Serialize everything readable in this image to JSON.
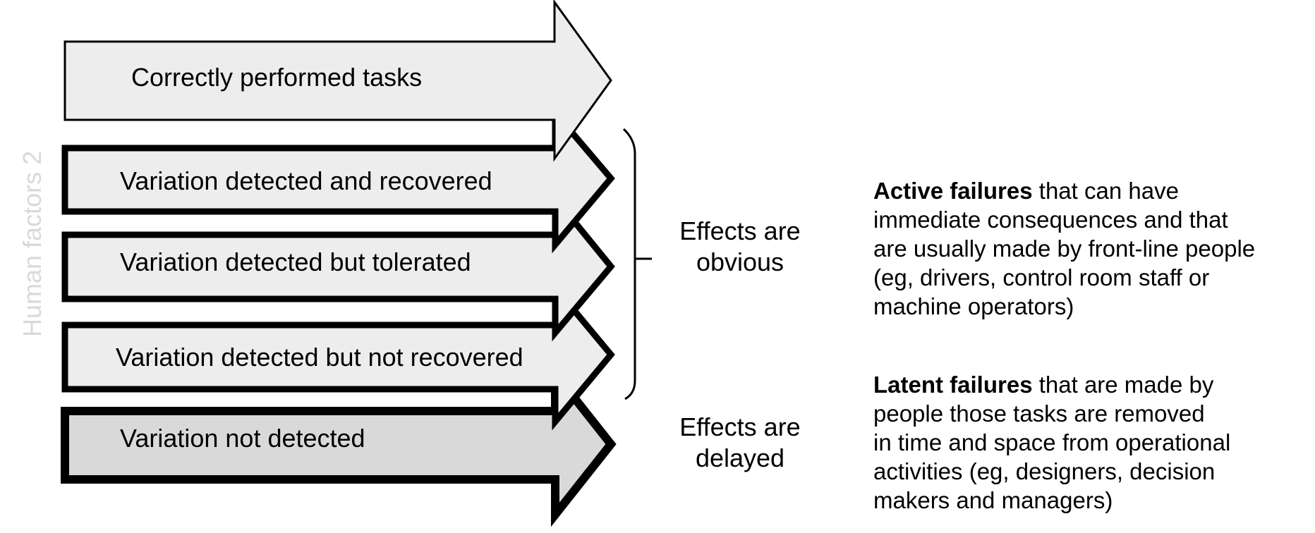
{
  "side_title": "Human factors 2",
  "arrows": [
    {
      "label": "Correctly performed tasks",
      "fill": "#ededed",
      "style": "thin"
    },
    {
      "label": "Variation detected and recovered",
      "fill": "#ededed",
      "style": "thick"
    },
    {
      "label": "Variation detected but tolerated",
      "fill": "#ededed",
      "style": "thick"
    },
    {
      "label": "Variation detected but not recovered",
      "fill": "#ededed",
      "style": "thick"
    },
    {
      "label": "Variation not detected",
      "fill": "#d9d9d9",
      "style": "thicker"
    }
  ],
  "effects": {
    "obvious": [
      "Effects are",
      "obvious"
    ],
    "delayed": [
      "Effects are",
      "delayed"
    ]
  },
  "failures": {
    "active": {
      "heading": "Active failures",
      "rest_first": " that can have",
      "lines": [
        "immediate consequences and that",
        "are usually made by front-line people",
        "(eg, drivers, control room staff or",
        "machine operators)"
      ]
    },
    "latent": {
      "heading": "Latent failures",
      "rest_first": " that are made by",
      "lines": [
        "people those tasks are removed",
        "in time and space from operational",
        "activities (eg, designers, decision",
        "makers and managers)"
      ]
    }
  }
}
